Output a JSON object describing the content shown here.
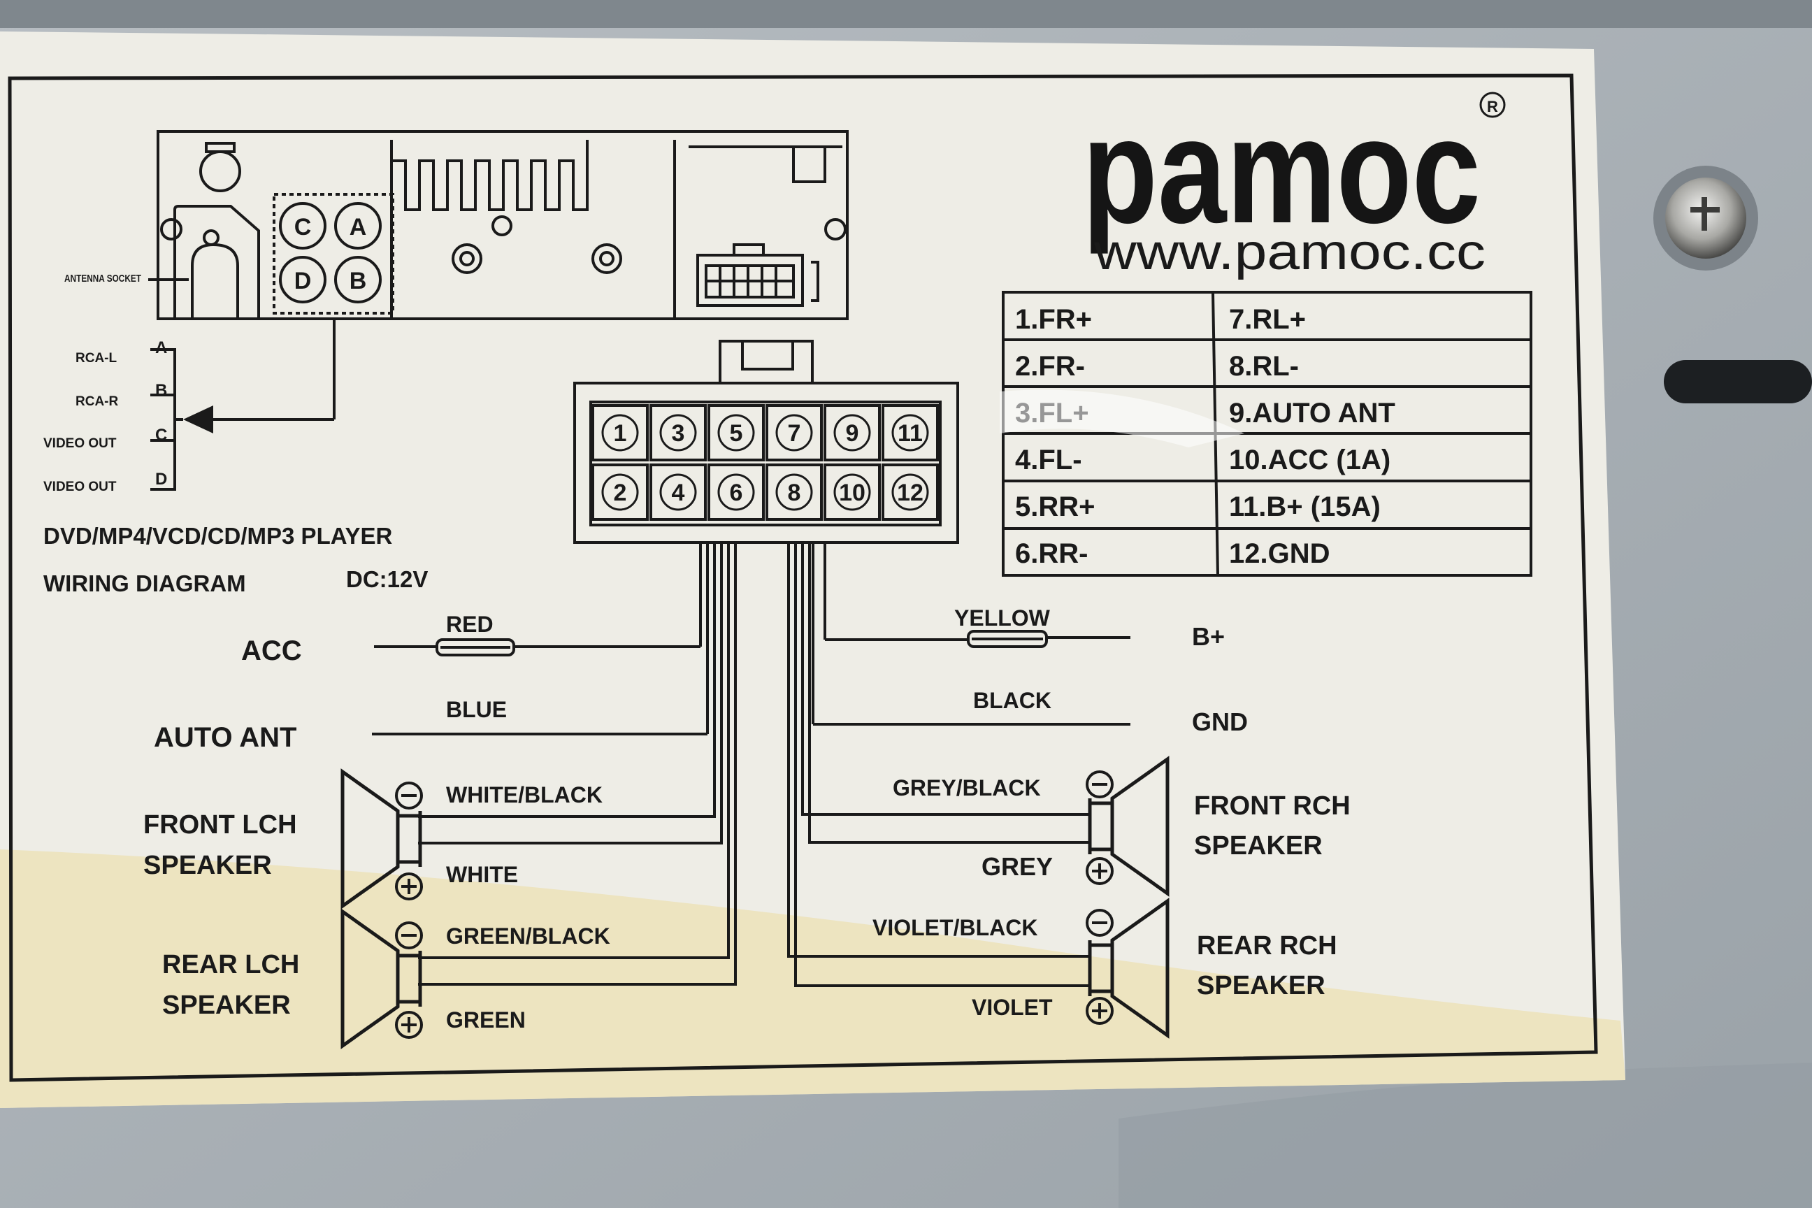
{
  "brand": {
    "logo": "pamoc",
    "registered": "®",
    "website": "www.pamoc.cc"
  },
  "head_unit": {
    "antenna_label": "ANTENNA SOCKET",
    "rca_ports": [
      "C",
      "A",
      "D",
      "B"
    ],
    "rca_outputs": [
      {
        "label": "RCA-L",
        "letter": "A"
      },
      {
        "label": "RCA-R",
        "letter": "B"
      },
      {
        "label": "VIDEO OUT",
        "letter": "C"
      },
      {
        "label": "VIDEO OUT",
        "letter": "D"
      }
    ]
  },
  "title": {
    "line1": "DVD/MP4/VCD/CD/MP3 PLAYER",
    "line2": "WIRING DIAGRAM",
    "voltage": "DC:12V"
  },
  "connector": {
    "top_row": [
      "1",
      "3",
      "5",
      "7",
      "9",
      "11"
    ],
    "bottom_row": [
      "2",
      "4",
      "6",
      "8",
      "10",
      "12"
    ]
  },
  "pin_table": {
    "left": [
      "1.FR+",
      "2.FR-",
      "3.FL+",
      "4.FL-",
      "5.RR+",
      "6.RR-"
    ],
    "right": [
      "7.RL+",
      "8.RL-",
      "9.AUTO ANT",
      "10.ACC  (1A)",
      "11.B+  (15A)",
      "12.GND"
    ]
  },
  "wires": {
    "acc": {
      "name": "ACC",
      "color": "RED"
    },
    "auto_ant": {
      "name": "AUTO ANT",
      "color": "BLUE"
    },
    "b_plus": {
      "name": "B+",
      "color": "YELLOW"
    },
    "gnd": {
      "name": "GND",
      "color": "BLACK"
    }
  },
  "speakers": {
    "front_l": {
      "line1": "FRONT LCH",
      "line2": "SPEAKER",
      "neg": "WHITE/BLACK",
      "pos": "WHITE"
    },
    "rear_l": {
      "line1": "REAR LCH",
      "line2": "SPEAKER",
      "neg": "GREEN/BLACK",
      "pos": "GREEN"
    },
    "front_r": {
      "line1": "FRONT RCH",
      "line2": "SPEAKER",
      "neg": "GREY/BLACK",
      "pos": "GREY"
    },
    "rear_r": {
      "line1": "REAR RCH",
      "line2": "SPEAKER",
      "neg": "VIOLET/BLACK",
      "pos": "VIOLET"
    }
  },
  "colors": {
    "metal": "#a9b0b6",
    "sticker": "#eeede6",
    "ink": "#1a1a1a",
    "stain": "#ece2b8"
  }
}
